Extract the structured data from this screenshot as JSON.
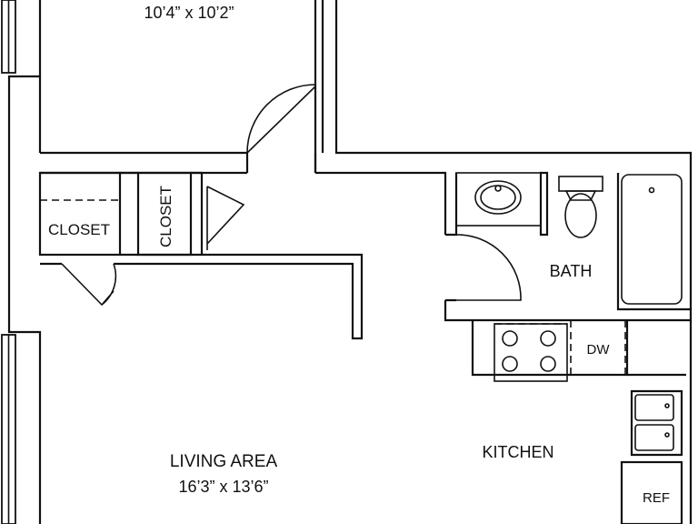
{
  "rooms": {
    "bedroom_dimensions": "10’4” x 10’2”",
    "closet_left": "CLOSET",
    "closet_middle": "CLOSET",
    "bath": "BATH",
    "dishwasher": "DW",
    "kitchen": "KITCHEN",
    "living_area": "LIVING AREA",
    "living_dimensions": "16’3” x 13’6”",
    "refrigerator": "REF"
  }
}
